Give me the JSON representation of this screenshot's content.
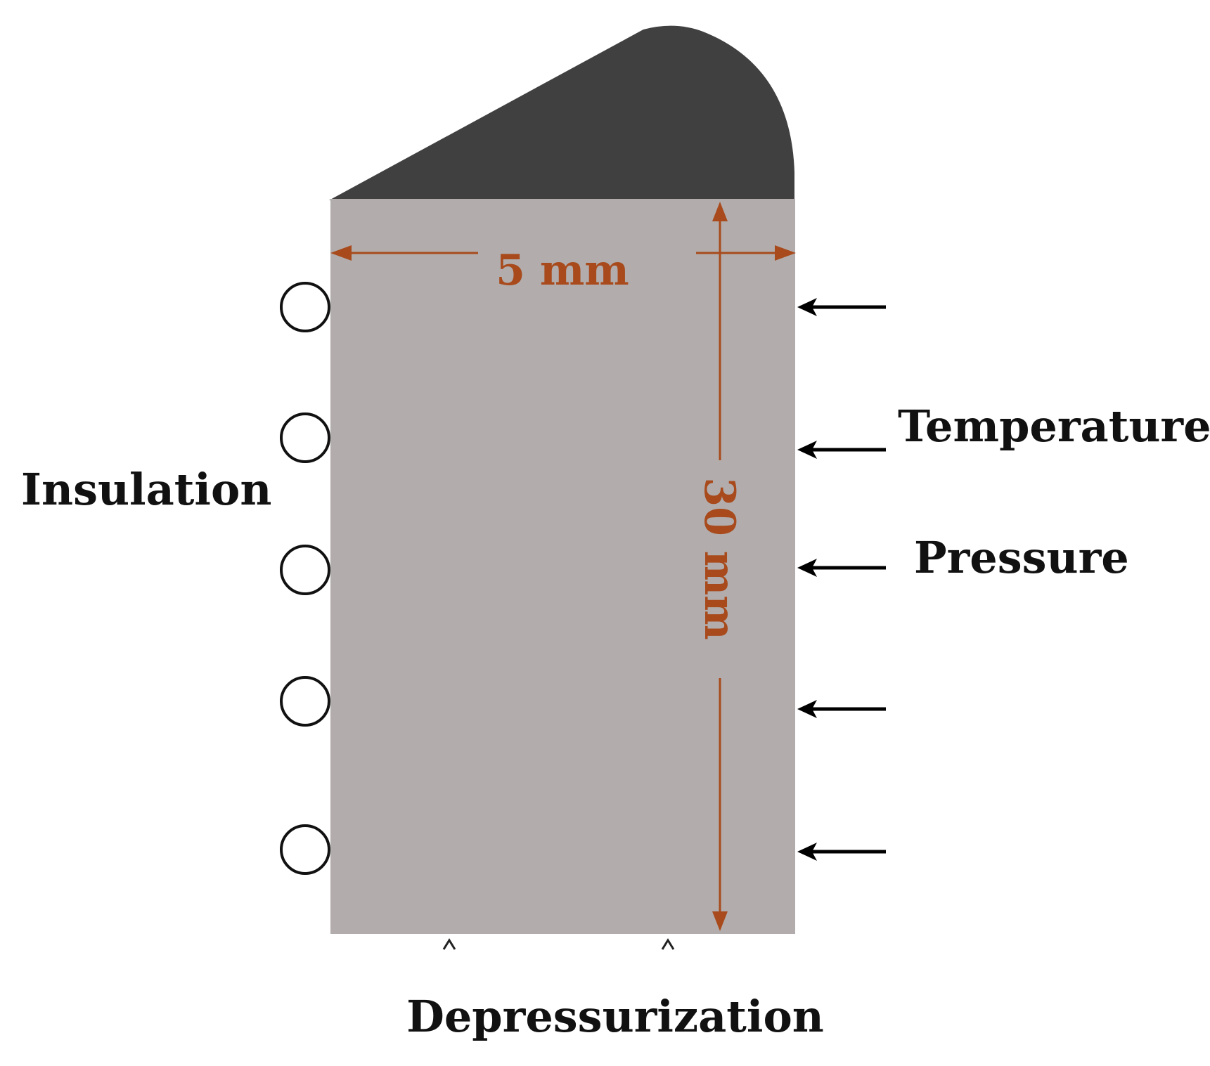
{
  "labels": {
    "width_dimension": "5 mm",
    "height_dimension": "30 mm",
    "left_boundary": "Insulation",
    "right_boundary_1": "Temperature",
    "right_boundary_2": "Pressure",
    "bottom_boundary": "Depressurization"
  },
  "colors": {
    "sample": "#b2adac",
    "cap": "#404040",
    "dimension": "#a84a1c",
    "text": "#111111",
    "ink": "#000000"
  },
  "counts": {
    "insulation_circles": 5,
    "pressure_arrows": 5,
    "depressurization_marks": 2
  }
}
